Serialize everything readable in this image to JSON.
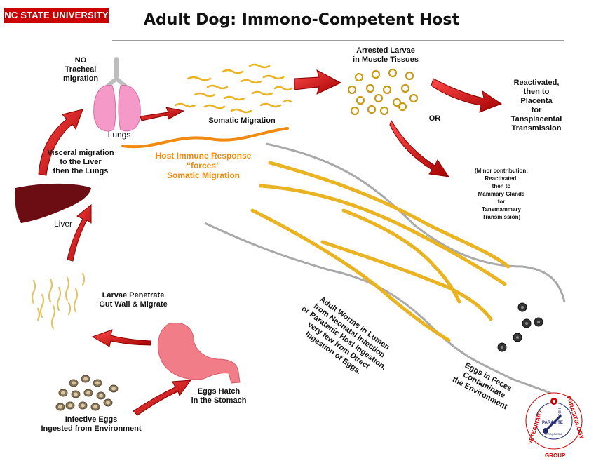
{
  "header": {
    "university": "NC STATE UNIVERSITY",
    "title": "Adult Dog: Immono-Competent Host"
  },
  "labels": {
    "no_tracheal": "NO\nTracheal\nmigration",
    "lungs": "Lungs",
    "somatic_migration": "Somatic Migration",
    "arrested_larvae": "Arrested Larvae\nin Muscle Tissues",
    "or": "OR",
    "reactivated_placenta": "Reactivated,\nthen to\nPlacenta\nfor\nTansplacental\nTransmission",
    "minor_contribution": "(Minor contribution:\nReactivated,\nthen to\nMammary Glands\nfor\nTansmammary\nTransmission)",
    "immune_response": "Host Immune Response\n“forces”\nSomatic Migration",
    "visceral_migration": "Visceral migration\nto the Liver\nthen the Lungs",
    "liver": "Liver",
    "larvae_penetrate": "Larvae Penetrate\nGut Wall & Migrate",
    "eggs_hatch": "Eggs Hatch\nin the Stomach",
    "infective_eggs": "Infective Eggs\nIngested from Environment",
    "adult_worms": "Adult Worms in Lumen\nfrom Neonatal Infection\nor Paratenic Host Ingestion,\nvery few from Direct\nIngestion of Eggs.",
    "eggs_in_feces": "Eggs in Feces\nContaminate\nthe Environment"
  },
  "seal": {
    "left_text": "VETERINARY",
    "right_text": "PARASITOLOGY",
    "bottom_text": "GROUP",
    "center_text": "PARASITE",
    "vertical_text": "HOST",
    "small_text": "CVM@NCSU"
  },
  "colors": {
    "brand_red": "#cc0000",
    "arrow_red": "#d21a1a",
    "immune_orange": "#f08a10",
    "worm_yellow": "#e9b321",
    "lung_pink": "#f59ac8",
    "liver_maroon": "#6b0d12",
    "stomach_pink": "#f07d87",
    "egg_brown": "#8a7658"
  }
}
